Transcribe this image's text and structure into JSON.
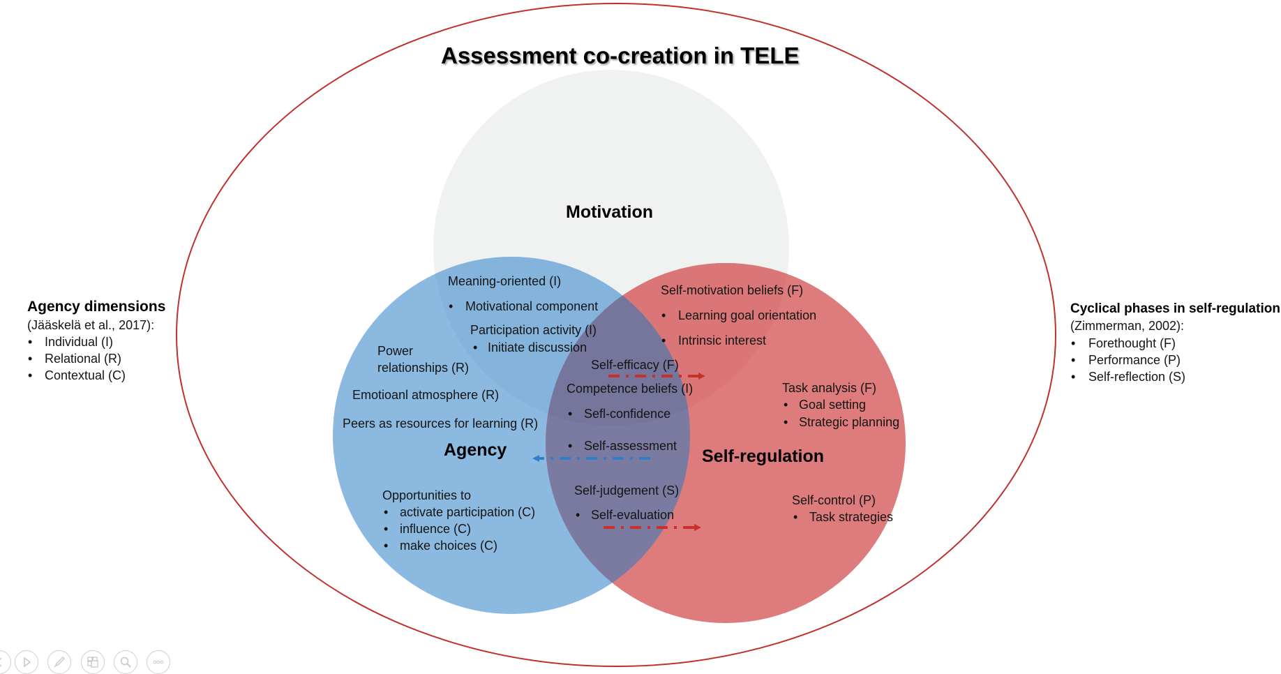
{
  "title": "Assessment co-creation in TELE",
  "colors": {
    "outer_ellipse": "#c0302b",
    "motivation_fill": "#f0f1f1",
    "agency_fill": "#8bb9e0",
    "selfreg_fill": "#dd7b7d",
    "overlap_agency_selfreg": "#7b7aa0",
    "arrow_red": "#c8302a",
    "arrow_blue": "#2f80c8"
  },
  "circles": {
    "motivation": "Motivation",
    "agency": "Agency",
    "self_regulation": "Self-regulation"
  },
  "left_panel": {
    "heading": "Agency dimensions",
    "citation": "(Jääskelä et al., 2017):",
    "items": [
      "Individual (I)",
      "Relational (R)",
      "Contextual (C)"
    ]
  },
  "right_panel": {
    "heading": "Cyclical phases in self-regulation",
    "citation": "(Zimmerman, 2002):",
    "items": [
      "Forethought (F)",
      "Performance (P)",
      "Self-reflection (S)"
    ]
  },
  "agency_motivation": {
    "meaning_oriented": "Meaning-oriented (I)",
    "meaning_items": [
      "Motivational component"
    ],
    "participation": "Participation activity (I)",
    "participation_items": [
      "Initiate discussion"
    ]
  },
  "agency_only": {
    "power_line1": "Power",
    "power_line2": "relationships (R)",
    "emotional": "Emotioanl atmosphere (R)",
    "peers": "Peers as resources for learning (R)",
    "opportunities": "Opportunities to",
    "opportunities_items": [
      "activate participation (C)",
      "influence (C)",
      "make choices (C)"
    ]
  },
  "selfreg_motivation": {
    "heading": "Self-motivation beliefs (F)",
    "items": [
      "Learning goal orientation",
      "Intrinsic interest"
    ]
  },
  "center": {
    "self_efficacy": "Self-efficacy (F)",
    "competence": "Competence beliefs (I)",
    "competence_items": [
      "Sefl-confidence",
      "Self-assessment"
    ],
    "self_judgement": "Self-judgement (S)",
    "self_judgement_items": [
      "Self-evaluation"
    ]
  },
  "selfreg_only": {
    "task_analysis": "Task analysis (F)",
    "task_analysis_items": [
      "Goal setting",
      "Strategic planning"
    ],
    "self_control": "Self-control (P)",
    "self_control_items": [
      "Task strategies"
    ]
  },
  "arrows": [
    {
      "name": "self-efficacy-arrow",
      "direction": "right",
      "color": "red"
    },
    {
      "name": "self-assessment-arrow",
      "direction": "left",
      "color": "blue"
    },
    {
      "name": "self-evaluation-arrow",
      "direction": "right",
      "color": "red"
    }
  ],
  "bullet_char": "•",
  "slideshow_controls": [
    {
      "name": "previous-slide-button",
      "icon": "chevron-left-icon"
    },
    {
      "name": "next-slide-button",
      "icon": "play-icon"
    },
    {
      "name": "pen-tool-button",
      "icon": "pen-icon"
    },
    {
      "name": "see-all-slides-button",
      "icon": "slides-grid-icon"
    },
    {
      "name": "zoom-button",
      "icon": "magnifier-icon"
    },
    {
      "name": "more-options-button",
      "icon": "more-icon"
    }
  ]
}
